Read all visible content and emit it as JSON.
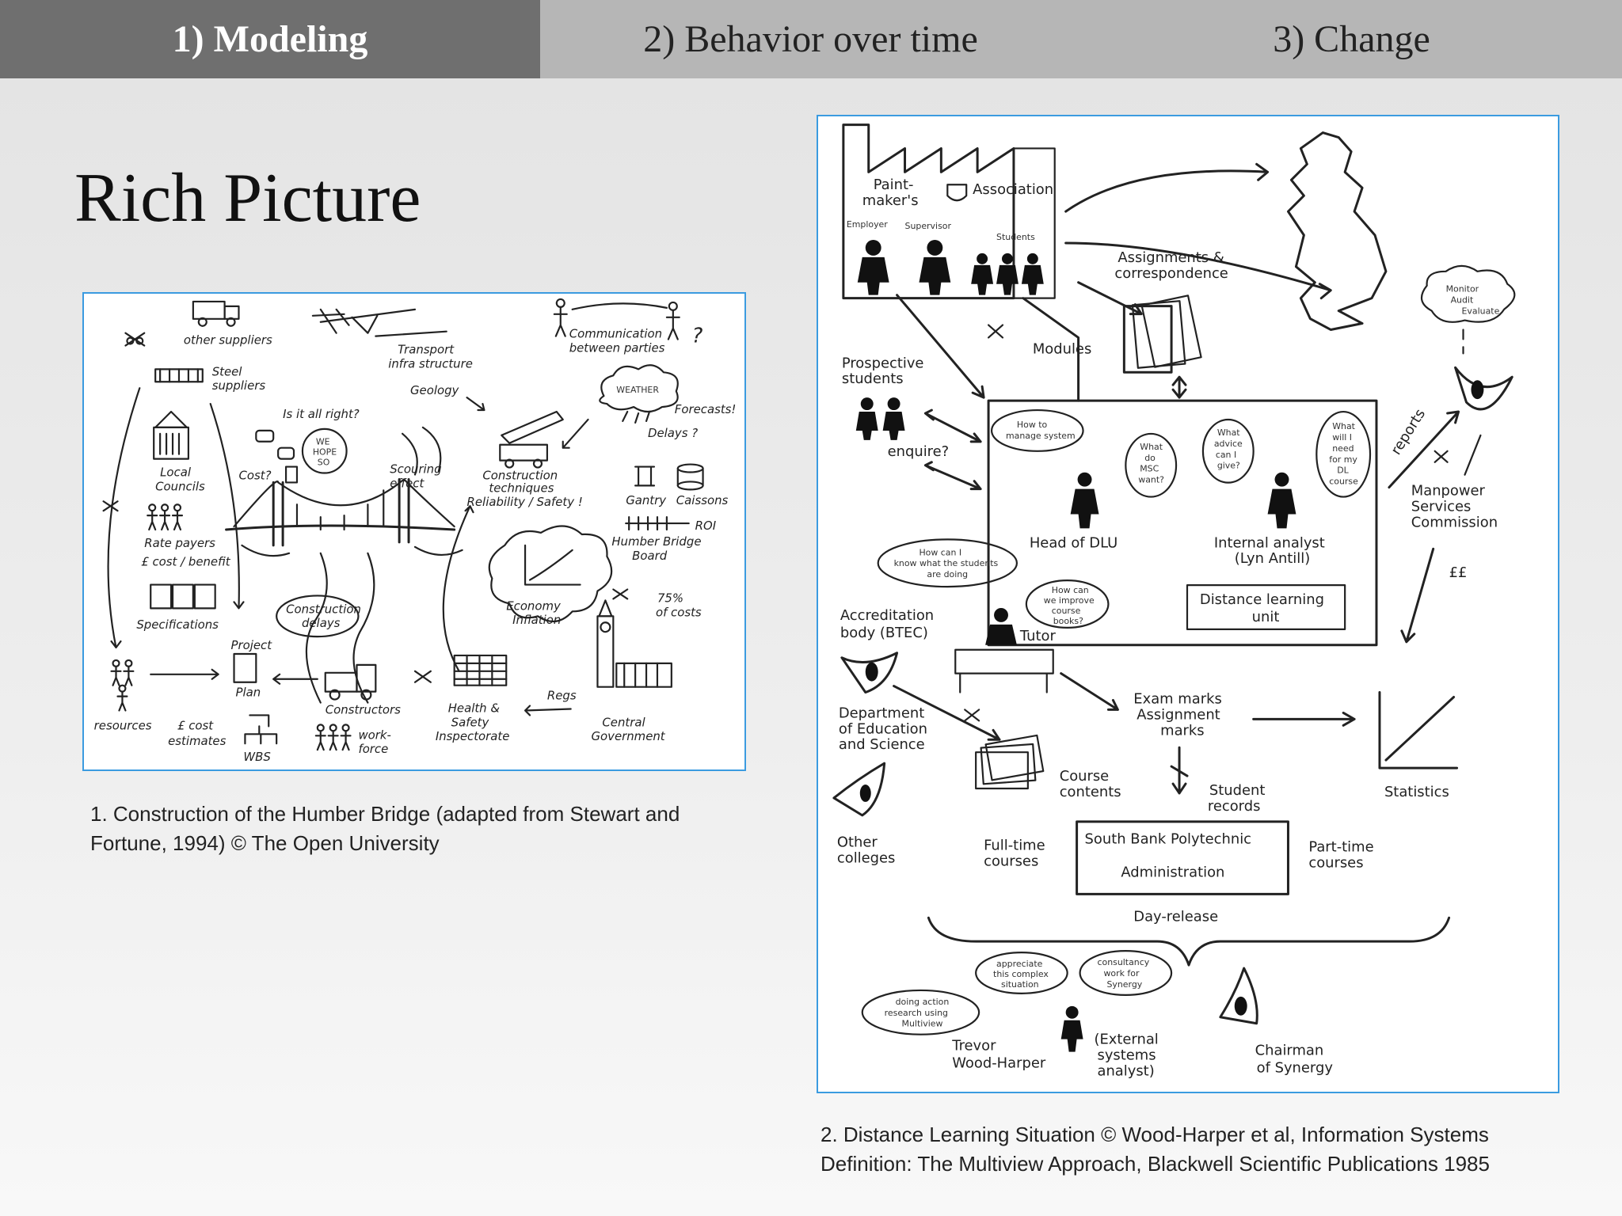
{
  "tabs": [
    {
      "label": "1) Modeling"
    },
    {
      "label": "2) Behavior over time"
    },
    {
      "label": "3) Change"
    }
  ],
  "title": "Rich Picture",
  "figure1": {
    "caption": "1. Construction of the Humber Bridge (adapted from Stewart and Fortune, 1994) © The Open University",
    "labels": {
      "other_suppliers": "other suppliers",
      "steel_suppliers_1": "Steel",
      "steel_suppliers_2": "suppliers",
      "transport_1": "Transport",
      "transport_2": "infra structure",
      "communication_1": "Communication",
      "communication_2": "between parties",
      "question": "?",
      "geology": "Geology",
      "is_it_alright": "Is it all right?",
      "we_hope_1": "WE",
      "we_hope_2": "HOPE",
      "we_hope_3": "SO",
      "weather": "WEATHER",
      "forecasts": "Forecasts!",
      "delays": "Delays ?",
      "local_councils_1": "Local",
      "local_councils_2": "Councils",
      "cost": "Cost?",
      "scouring_1": "Scouring",
      "scouring_2": "effect",
      "construction_tech_1": "Construction",
      "construction_tech_2": "techniques",
      "reliability": "Reliability / Safety !",
      "gantry": "Gantry",
      "caissons": "Caissons",
      "roi": "ROI",
      "rate_payers": "Rate payers",
      "cost_benefit": "£ cost / benefit",
      "humber_board_1": "Humber Bridge",
      "humber_board_2": "Board",
      "specifications": "Specifications",
      "construction_delays_1": "Construction",
      "construction_delays_2": "delays",
      "economy_1": "Economy",
      "economy_2": "Inflation",
      "costs_75_1": "75%",
      "costs_75_2": "of costs",
      "project": "Project",
      "plan": "Plan",
      "resources": "resources",
      "cost_estimates_1": "£ cost",
      "cost_estimates_2": "estimates",
      "wbs": "WBS",
      "constructors": "Constructors",
      "work_force_1": "work-",
      "work_force_2": "force",
      "hse_1": "Health &",
      "hse_2": "Safety",
      "hse_3": "Inspectorate",
      "regs": "Regs",
      "central_gov_1": "Central",
      "central_gov_2": "Government"
    }
  },
  "figure2": {
    "caption": "2. Distance Learning Situation © Wood-Harper et al, Information Systems Definition: The Multiview Approach, Blackwell Scientific Publications 1985",
    "labels": {
      "paint_makers_1": "Paint-",
      "paint_makers_2": "maker's",
      "association": "Association",
      "employer": "Employer",
      "supervisor": "Supervisor",
      "students_small": "Students",
      "assignments_1": "Assignments &",
      "assignments_2": "correspondence",
      "monitor_1": "Monitor",
      "monitor_2": "Audit",
      "monitor_3": "Evaluate",
      "modules": "Modules",
      "prospective_1": "Prospective",
      "prospective_2": "students",
      "enquire": "enquire?",
      "how_to_manage_1": "How to",
      "how_to_manage_2": "manage system",
      "what_msc_1": "What",
      "what_msc_2": "do",
      "what_msc_3": "MSC",
      "what_msc_4": "want?",
      "what_advice_1": "What",
      "what_advice_2": "advice",
      "what_advice_3": "can I",
      "what_advice_4": "give?",
      "what_need_1": "What",
      "what_need_2": "will I",
      "what_need_3": "need",
      "what_need_4": "for my",
      "what_need_5": "DL",
      "what_need_6": "course",
      "reports": "reports",
      "head_dlu": "Head of DLU",
      "internal_analyst_1": "Internal analyst",
      "internal_analyst_2": "(Lyn Antill)",
      "manpower_1": "Manpower",
      "manpower_2": "Services",
      "manpower_3": "Commission",
      "cc": "££",
      "how_can_know_1": "How can I",
      "how_can_know_2": "know what the students",
      "how_can_know_3": "are doing",
      "how_can_improve_1": "How can",
      "how_can_improve_2": "we improve",
      "how_can_improve_3": "course",
      "how_can_improve_4": "books?",
      "distance_unit_1": "Distance learning",
      "distance_unit_2": "unit",
      "accreditation_1": "Accreditation",
      "accreditation_2": "body (BTEC)",
      "tutor": "Tutor",
      "dept_1": "Department",
      "dept_2": "of Education",
      "dept_3": "and Science",
      "exam_1": "Exam marks",
      "exam_2": "Assignment",
      "exam_3": "marks",
      "course_contents_1": "Course",
      "course_contents_2": "contents",
      "student_records_1": "Student",
      "student_records_2": "records",
      "statistics": "Statistics",
      "other_colleges_1": "Other",
      "other_colleges_2": "colleges",
      "full_time_1": "Full-time",
      "full_time_2": "courses",
      "south_bank_1": "South Bank Polytechnic",
      "south_bank_2": "Administration",
      "part_time_1": "Part-time",
      "part_time_2": "courses",
      "day_release": "Day-release",
      "appreciate_1": "appreciate",
      "appreciate_2": "this complex",
      "appreciate_3": "situation",
      "consultancy_1": "consultancy",
      "consultancy_2": "work for",
      "consultancy_3": "Synergy",
      "action_research_1": "doing action",
      "action_research_2": "research using",
      "action_research_3": "Multiview",
      "trevor_1": "Trevor",
      "trevor_2": "Wood-Harper",
      "external_1": "(External",
      "external_2": "systems",
      "external_3": "analyst)",
      "chairman_1": "Chairman",
      "chairman_2": "of Synergy"
    }
  }
}
